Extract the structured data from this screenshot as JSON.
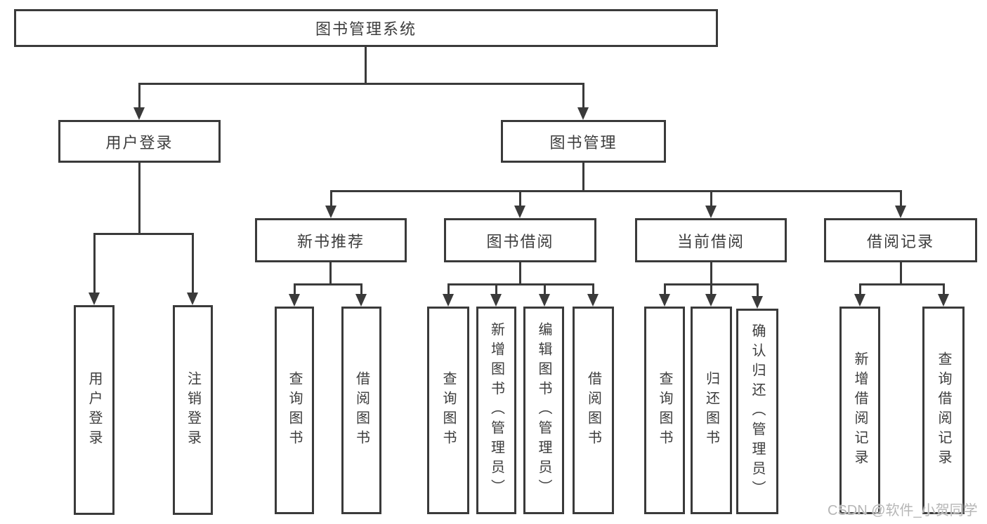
{
  "colors": {
    "line": "#3a3a3a",
    "text": "#3d3d3d",
    "background": "#ffffff",
    "watermark": "#b6b6b6"
  },
  "tree": {
    "label": "图书管理系统",
    "children": [
      {
        "label": "用户登录",
        "children": [
          {
            "label": "用户登录"
          },
          {
            "label": "注销登录"
          }
        ]
      },
      {
        "label": "图书管理",
        "children": [
          {
            "label": "新书推荐",
            "children": [
              {
                "label": "查询图书"
              },
              {
                "label": "借阅图书"
              }
            ]
          },
          {
            "label": "图书借阅",
            "children": [
              {
                "label": "查询图书"
              },
              {
                "label": "新增图书（管理员）"
              },
              {
                "label": "编辑图书（管理员）"
              },
              {
                "label": "借阅图书"
              }
            ]
          },
          {
            "label": "当前借阅",
            "children": [
              {
                "label": "查询图书"
              },
              {
                "label": "归还图书"
              },
              {
                "label": "确认归还（管理员）"
              }
            ]
          },
          {
            "label": "借阅记录",
            "children": [
              {
                "label": "新增借阅记录"
              },
              {
                "label": "查询借阅记录"
              }
            ]
          }
        ]
      }
    ]
  },
  "watermark": {
    "text": "CSDN @软件_小贺同学"
  }
}
